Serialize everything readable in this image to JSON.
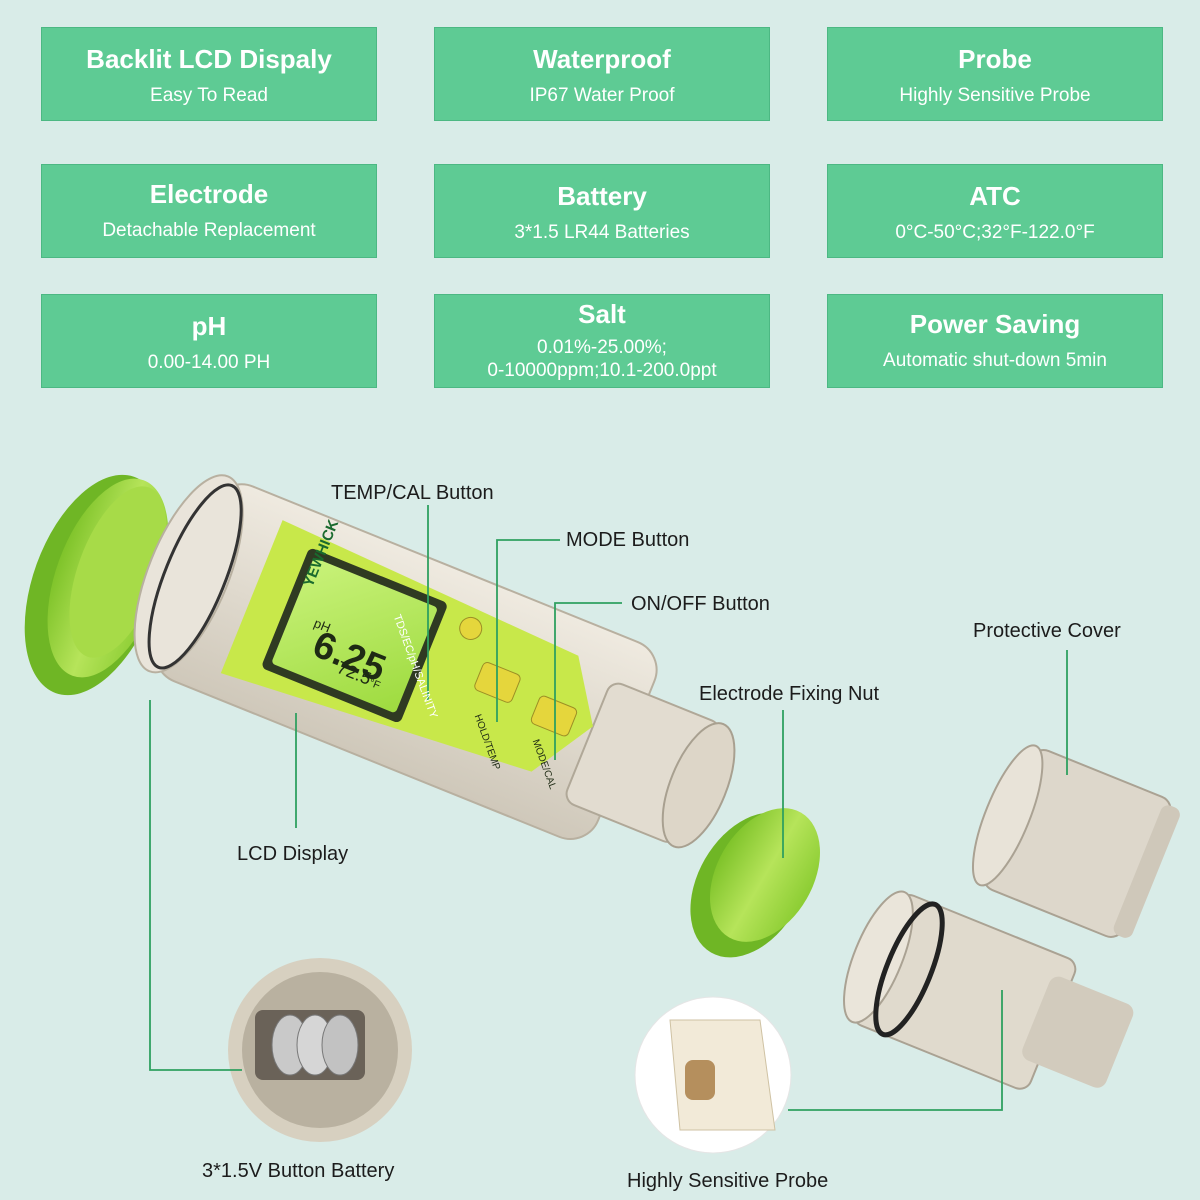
{
  "features": [
    {
      "title": "Backlit LCD Dispaly",
      "subtitle": "Easy To Read"
    },
    {
      "title": "Waterproof",
      "subtitle": "IP67 Water Proof"
    },
    {
      "title": "Probe",
      "subtitle": "Highly Sensitive Probe"
    },
    {
      "title": "Electrode",
      "subtitle": "Detachable Replacement"
    },
    {
      "title": "Battery",
      "subtitle": "3*1.5 LR44 Batteries"
    },
    {
      "title": "ATC",
      "subtitle": "0°C-50°C;32°F-122.0°F"
    },
    {
      "title": "pH",
      "subtitle": "0.00-14.00 PH"
    },
    {
      "title": "Salt",
      "subtitle": "0.01%-25.00%;",
      "subtitle2": "0-10000ppm;10.1-200.0ppt"
    },
    {
      "title": "Power Saving",
      "subtitle": "Automatic shut-down 5min"
    }
  ],
  "callouts": {
    "temp_cal": "TEMP/CAL Button",
    "mode": "MODE Button",
    "on_off": "ON/OFF Button",
    "protective_cover": "Protective Cover",
    "electrode_nut": "Electrode Fixing Nut",
    "lcd_display": "LCD Display",
    "battery": "3*1.5V Button Battery",
    "probe": "Highly Sensitive Probe"
  },
  "device": {
    "brand": "YEWHICK",
    "mode_text": "TDS/EC/pH/SALINITY",
    "reading": "6.25",
    "unit": "pH",
    "temperature": "72.5",
    "temp_unit": "°F",
    "button1": "HOLD/TEMP",
    "button2": "MODE/CAL"
  },
  "colors": {
    "background": "#d9ece8",
    "card": "#5ecb94",
    "accent_green": "#9fd63c",
    "body": "#e3ddd0",
    "callout_line": "#2fa060"
  }
}
